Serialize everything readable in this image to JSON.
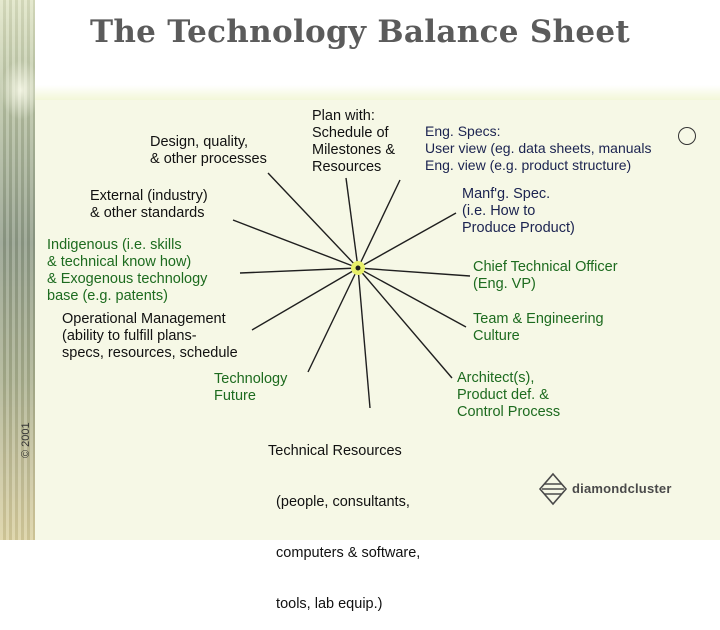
{
  "slide": {
    "title": "The Technology Balance Sheet",
    "copyright": "© 2001",
    "logo_text": "diamondcluster"
  },
  "labels": {
    "design": [
      "Design, quality,",
      "& other processes"
    ],
    "plan": [
      "Plan with:",
      "Schedule of",
      "Milestones &",
      "Resources"
    ],
    "eng_specs": [
      "Eng. Specs:",
      "User view (eg. data sheets, manuals",
      "Eng. view  (e.g. product structure)"
    ],
    "external": [
      "External (industry)",
      "& other standards"
    ],
    "manufacturing": [
      "Manf'g. Spec.",
      "(i.e. How to",
      "Produce Product)"
    ],
    "indigenous": [
      "Indigenous (i.e. skills",
      "& technical know how)",
      "& Exogenous technology",
      "base (e.g. patents)"
    ],
    "cto": [
      "Chief Technical Officer",
      "(Eng. VP)"
    ],
    "operational": [
      "Operational Management",
      "(ability to fulfill plans-",
      "specs, resources, schedule"
    ],
    "culture": [
      "Team & Engineering",
      "Culture"
    ],
    "future": [
      "Technology",
      "Future"
    ],
    "architect": [
      "Architect(s),",
      "Product def. &",
      "Control Process"
    ],
    "resources": [
      "Technical Resources",
      "  (people, consultants,",
      "  computers & software,",
      "  tools, lab equip.)"
    ]
  },
  "colors": {
    "background": "#f6f8e6",
    "title": "#5b5b5b",
    "text": "#111111",
    "green_text": "#1d6b1f",
    "navy_text": "#1b2350",
    "spokes": "#1f1f1f",
    "hub": "#e8f06a"
  }
}
